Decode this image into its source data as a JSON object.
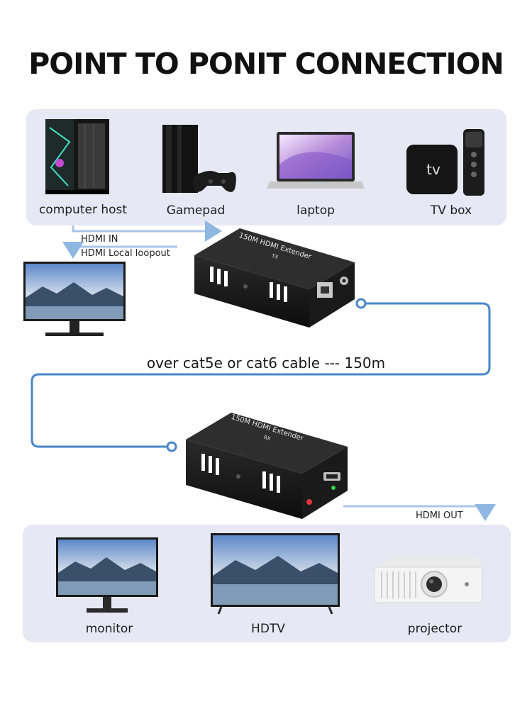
{
  "title": "POINT TO PONIT CONNECTION",
  "sources": [
    {
      "label": "computer host",
      "icon": "computer-host-icon"
    },
    {
      "label": "Gamepad",
      "icon": "gamepad-console-icon"
    },
    {
      "label": "laptop",
      "icon": "laptop-icon"
    },
    {
      "label": "TV box",
      "icon": "tv-box-icon"
    }
  ],
  "tv_logo": "tv",
  "arrows": {
    "hdmi_in": "HDMI IN",
    "hdmi_loopout": "HDMI Local loopout",
    "hdmi_out": "HDMI OUT"
  },
  "transmitter": {
    "label": "150M HDMI Extender",
    "badge": "TX"
  },
  "receiver": {
    "label": "150M HDMI Extender",
    "badge": "RX"
  },
  "cable": "over cat5e or cat6 cable --- 150m",
  "displays": [
    {
      "label": "monitor",
      "icon": "monitor-icon"
    },
    {
      "label": "HDTV",
      "icon": "hdtv-icon"
    },
    {
      "label": "projector",
      "icon": "projector-icon"
    }
  ],
  "colors": {
    "panel": "#e6e8f4",
    "cable": "#4a86c8",
    "arrow": "#8fb7e2"
  }
}
